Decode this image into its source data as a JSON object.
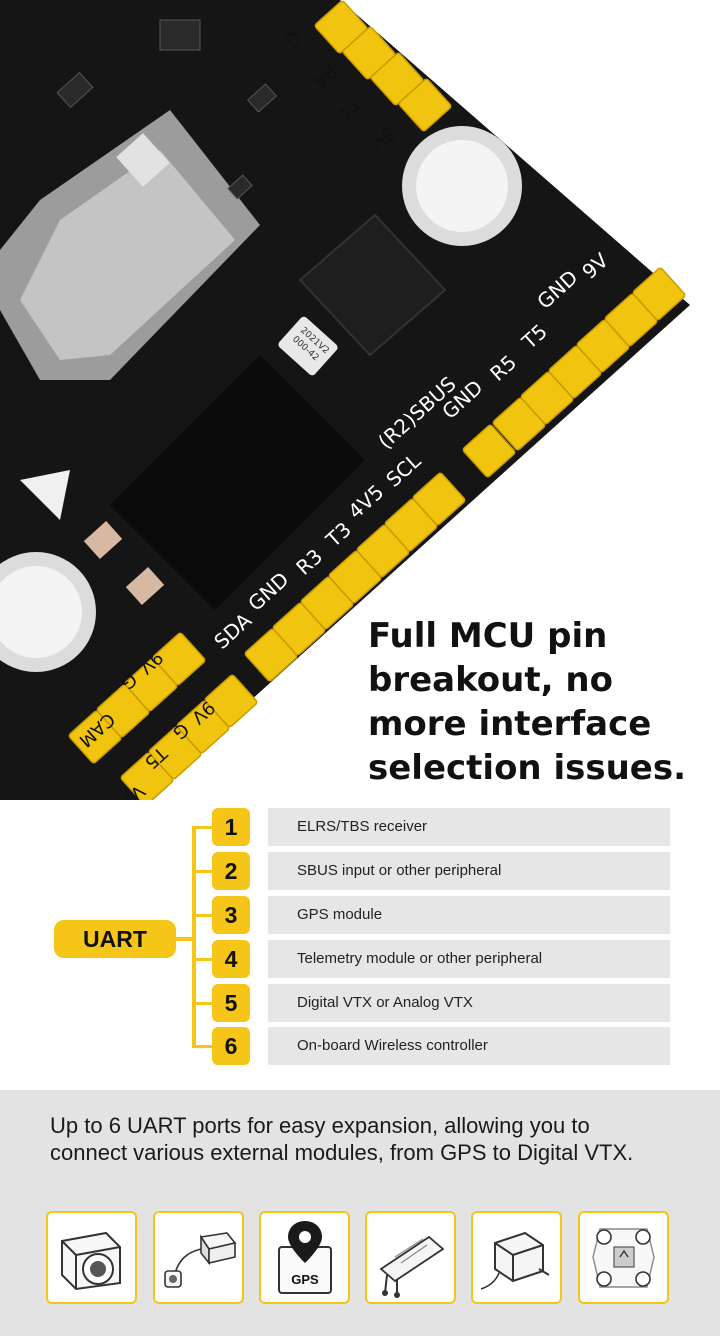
{
  "hero": {
    "headline": "Full MCU pin breakout, no more interface selection issues.",
    "pins_right": [
      "9V",
      "GND",
      "T5",
      "R5",
      "GND",
      "(R2)SBUS"
    ],
    "pins_mid": [
      "SCL",
      "4V5",
      "T3",
      "R3",
      "GND",
      "SDA"
    ],
    "pins_left_bottom": [
      "9V",
      "G",
      "T5",
      "VTX"
    ],
    "pins_left_top": [
      "9V",
      "G",
      "CAM"
    ],
    "pins_top": [
      "G",
      "R4",
      "T4",
      "5V"
    ],
    "chip_marking": [
      "2021V2",
      "000-42"
    ]
  },
  "uart": {
    "badge": "UART",
    "rows": [
      {
        "num": "1",
        "label": "ELRS/TBS receiver"
      },
      {
        "num": "2",
        "label": "SBUS input or other peripheral"
      },
      {
        "num": "3",
        "label": "GPS module"
      },
      {
        "num": "4",
        "label": "Telemetry module or other peripheral"
      },
      {
        "num": "5",
        "label": "Digital VTX or Analog VTX"
      },
      {
        "num": "6",
        "label": "On-board Wireless controller"
      }
    ]
  },
  "footer": {
    "description": "Up to 6 UART ports for easy expansion, allowing you to connect various external modules, from GPS to Digital VTX.",
    "tiles": [
      {
        "icon": "fpv-camera-icon"
      },
      {
        "icon": "vtx-module-icon"
      },
      {
        "icon": "gps-icon",
        "label": "GPS"
      },
      {
        "icon": "receiver-icon"
      },
      {
        "icon": "telemetry-module-icon"
      },
      {
        "icon": "flight-controller-icon"
      }
    ]
  },
  "colors": {
    "accent": "#f5c518",
    "board": "#141414",
    "row_bg": "#e6e6e6",
    "footer_bg": "#e3e3e3"
  }
}
